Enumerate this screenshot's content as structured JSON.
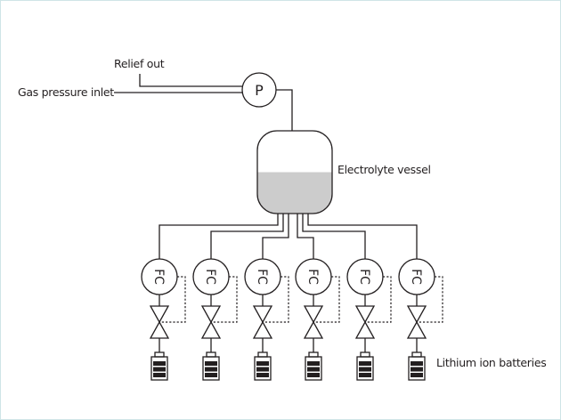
{
  "diagram": {
    "title": "",
    "labels": {
      "relief_out": "Relief out",
      "gas_inlet": "Gas pressure inlet",
      "vessel": "Electrolyte vessel",
      "batteries": "Lithium ion batteries"
    },
    "pressure_gauge": {
      "symbol": "P",
      "icon": "pressure-gauge-icon"
    },
    "vessel": {
      "fill_level_fraction": 0.5,
      "fill_color": "#cccccc"
    },
    "branches": [
      {
        "controller": "FC",
        "valve": "control-valve",
        "battery": "lithium-ion-battery",
        "charge_bars": 3
      },
      {
        "controller": "FC",
        "valve": "control-valve",
        "battery": "lithium-ion-battery",
        "charge_bars": 3
      },
      {
        "controller": "FC",
        "valve": "control-valve",
        "battery": "lithium-ion-battery",
        "charge_bars": 3
      },
      {
        "controller": "FC",
        "valve": "control-valve",
        "battery": "lithium-ion-battery",
        "charge_bars": 3
      },
      {
        "controller": "FC",
        "valve": "control-valve",
        "battery": "lithium-ion-battery",
        "charge_bars": 3
      },
      {
        "controller": "FC",
        "valve": "control-valve",
        "battery": "lithium-ion-battery",
        "charge_bars": 3
      }
    ],
    "colors": {
      "line": "#231f20",
      "liquid": "#cccccc",
      "frame": "#cfe4e7"
    }
  }
}
